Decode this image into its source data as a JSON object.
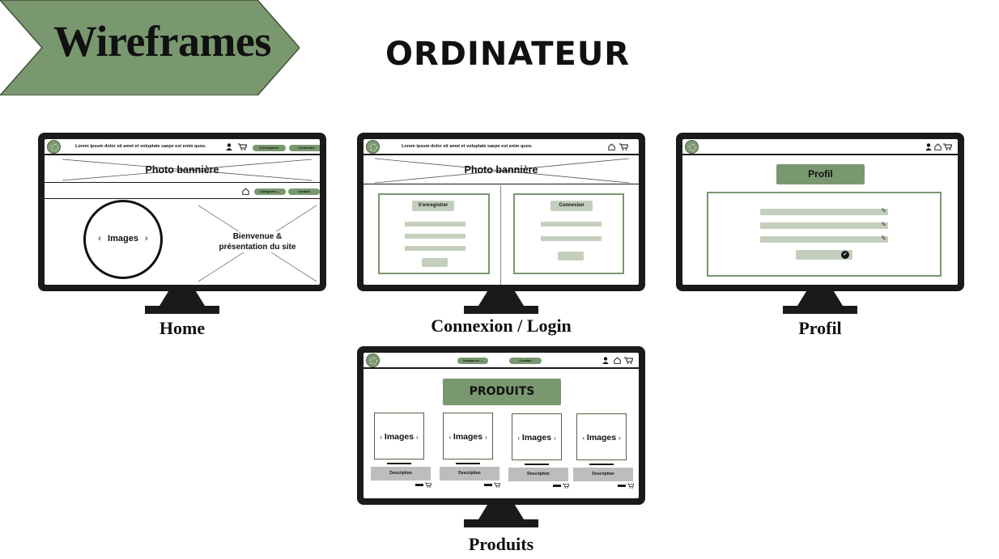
{
  "banner": {
    "title": "Wireframes",
    "color": "#7a9870"
  },
  "section_title": "ORDINATEUR",
  "colors": {
    "sage": "#7a9870",
    "light_sage": "#c3cfbc",
    "frame": "#1a1a1a"
  },
  "home": {
    "caption": "Home",
    "lorem": "Lorem ipsum dolor sit amet et voluptate saepe est enim quos.",
    "btn_register": "S'enregistrer",
    "btn_login": "Connexion",
    "banner_label": "Photo bannière",
    "nav_categories": "Catégories",
    "nav_categories_arrow": "⌄",
    "nav_contact": "Contact",
    "carousel_label": "Images",
    "carousel_prev": "‹",
    "carousel_next": "›",
    "welcome_line1": "Bienvenue &",
    "welcome_line2": "présentation du site"
  },
  "login": {
    "caption": "Connexion / Login",
    "lorem": "Lorem ipsum dolor sit amet et voluptate saepe est enim quos.",
    "banner_label": "Photo bannière",
    "register_title": "S'enregistrer",
    "login_title": "Connexion"
  },
  "profil": {
    "caption": "Profil",
    "title": "Profil",
    "edit_icon": "✎",
    "check_icon": "✔"
  },
  "produits": {
    "caption": "Produits",
    "nav_categories": "Catégories",
    "nav_categories_arrow": "⌄",
    "nav_contact": "Contact",
    "title": "PRODUITS",
    "products": [
      {
        "label": "Images",
        "description": "Description"
      },
      {
        "label": "Images",
        "description": "Description"
      },
      {
        "label": "Images",
        "description": "Description"
      },
      {
        "label": "Images",
        "description": "Description"
      }
    ],
    "prev": "‹",
    "next": "›"
  },
  "icons": {
    "user": "user-icon",
    "home": "home-icon",
    "cart": "cart-icon"
  }
}
